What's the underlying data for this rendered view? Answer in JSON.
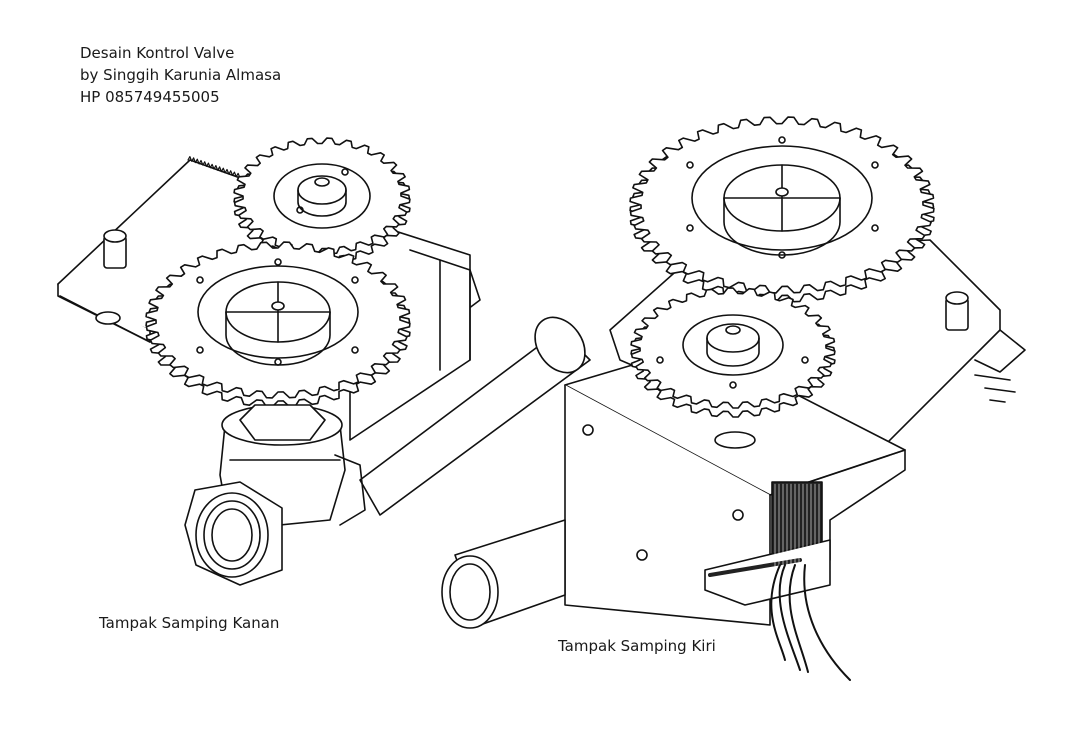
{
  "header": {
    "line1": "Desain Kontrol Valve",
    "line2": "by Singgih Karunia Almasa",
    "line3": "HP 085749455005"
  },
  "views": {
    "right_side_label": "Tampak Samping Kanan",
    "left_side_label": "Tampak Samping Kiri"
  },
  "style": {
    "stroke": "#111111",
    "fill": "#ffffff",
    "hatch": "#222222"
  }
}
